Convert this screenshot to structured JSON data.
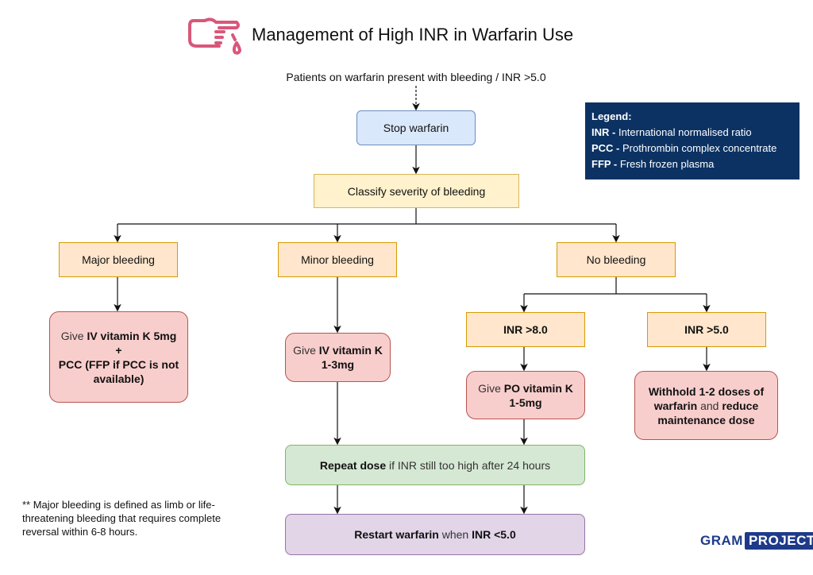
{
  "title": "Management of High INR in Warfarin Use",
  "subtitle": "Patients on warfarin present with bleeding / INR >5.0",
  "icon": "hand-bleeding-icon",
  "colors": {
    "accent_icon": "#d9577a",
    "legend_bg": "#0b3263",
    "logo": "#1e3a8a"
  },
  "nodes": {
    "stop": "Stop warfarin",
    "classify": "Classify severity of bleeding",
    "major": "Major bleeding",
    "minor": "Minor bleeding",
    "none": "No bleeding",
    "major_action": {
      "give": "Give ",
      "drug": "IV vitamin K 5mg",
      "plus": "+",
      "rest": "PCC (FFP if PCC is not available)"
    },
    "minor_action": {
      "give": "Give ",
      "drug": "IV vitamin K",
      "dose": "1-3mg"
    },
    "inr8": "INR >8.0",
    "inr5": "INR >5.0",
    "po_action": {
      "give": "Give ",
      "drug": "PO vitamin K",
      "dose": "1-5mg"
    },
    "withhold": {
      "a": "Withhold 1-2 doses of warfarin",
      "and": " and ",
      "b": "reduce maintenance dose"
    },
    "repeat": {
      "a": "Repeat dose",
      "b": " if INR still too high after 24 hours"
    },
    "restart": {
      "a": "Restart warfarin",
      "b": " when ",
      "c": "INR <5.0"
    }
  },
  "legend": {
    "heading": "Legend:",
    "items": [
      {
        "abbr": "INR - ",
        "text": "International normalised ratio"
      },
      {
        "abbr": "PCC - ",
        "text": "Prothrombin complex concentrate"
      },
      {
        "abbr": "FFP - ",
        "text": "Fresh frozen plasma"
      }
    ]
  },
  "footnote": "** Major bleeding is defined as limb or life-threatening bleeding that requires complete reversal within 6-8 hours.",
  "logo": {
    "a": "GRAM",
    "b": "PROJECT"
  }
}
